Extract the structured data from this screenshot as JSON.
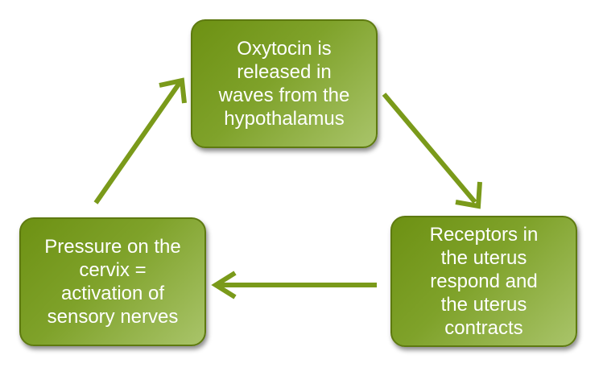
{
  "cycle": {
    "top": {
      "lines": [
        "Oxytocin is",
        "released in",
        "waves from the",
        "hypothalamus"
      ]
    },
    "right": {
      "lines": [
        "Receptors in",
        "the uterus",
        "respond and",
        "the uterus",
        "contracts"
      ]
    },
    "left": {
      "lines": [
        "Pressure on the",
        "cervix =",
        "activation of",
        "sensory nerves"
      ]
    }
  },
  "colors": {
    "box_fill_dark": "#6d9113",
    "box_fill_light": "#a9c46a",
    "box_border": "#5e7a10",
    "arrow": "#7a9a1a",
    "text": "#ffffff"
  }
}
